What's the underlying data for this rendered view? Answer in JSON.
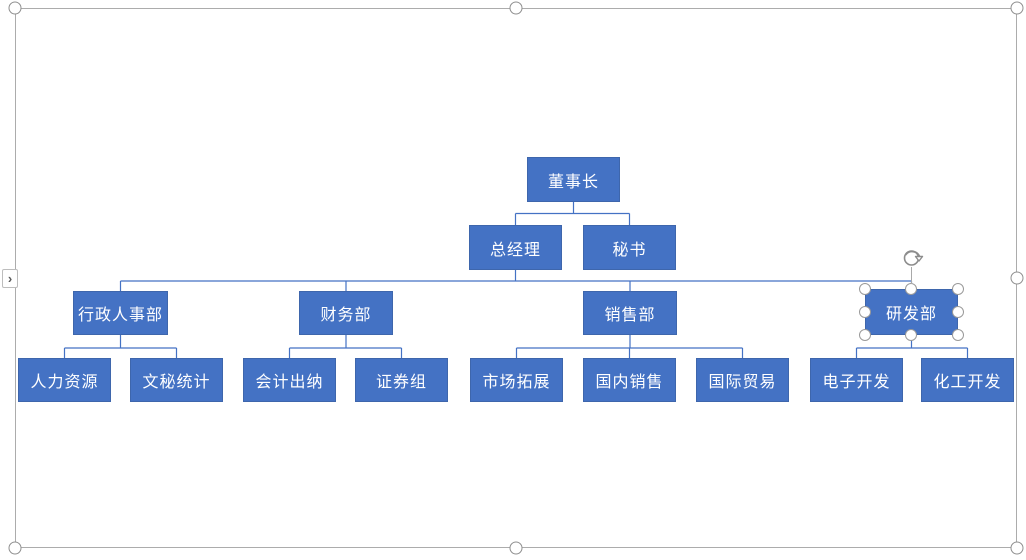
{
  "canvas": {
    "background": "#FFFFFF",
    "selection_frame": {
      "border_color": "#ACACAC",
      "handle_fill": "#FFFFFF",
      "handle_border": "#8F8F8F",
      "text_pane_toggle_glyph": "›"
    }
  },
  "org_chart": {
    "style": {
      "node_fill": "#4472C4",
      "node_border": "#3E66AC",
      "node_text_color": "#FFFFFF",
      "connector_color": "#4472C4"
    },
    "root": {
      "label": "董事长",
      "children": [
        {
          "label": "总经理",
          "children": [
            {
              "label": "行政人事部",
              "children": [
                {
                  "label": "人力资源"
                },
                {
                  "label": "文秘统计"
                }
              ]
            },
            {
              "label": "财务部",
              "children": [
                {
                  "label": "会计出纳"
                },
                {
                  "label": "证券组"
                }
              ]
            },
            {
              "label": "销售部",
              "children": [
                {
                  "label": "市场拓展"
                },
                {
                  "label": "国内销售"
                },
                {
                  "label": "国际贸易"
                }
              ]
            },
            {
              "label": "研发部",
              "children": [
                {
                  "label": "电子开发"
                },
                {
                  "label": "化工开发"
                }
              ]
            }
          ]
        },
        {
          "label": "秘书",
          "children": []
        }
      ]
    }
  },
  "selection": {
    "selected_node_label": "研发部",
    "rotate_handle_icon": "rotate-clockwise-icon"
  }
}
